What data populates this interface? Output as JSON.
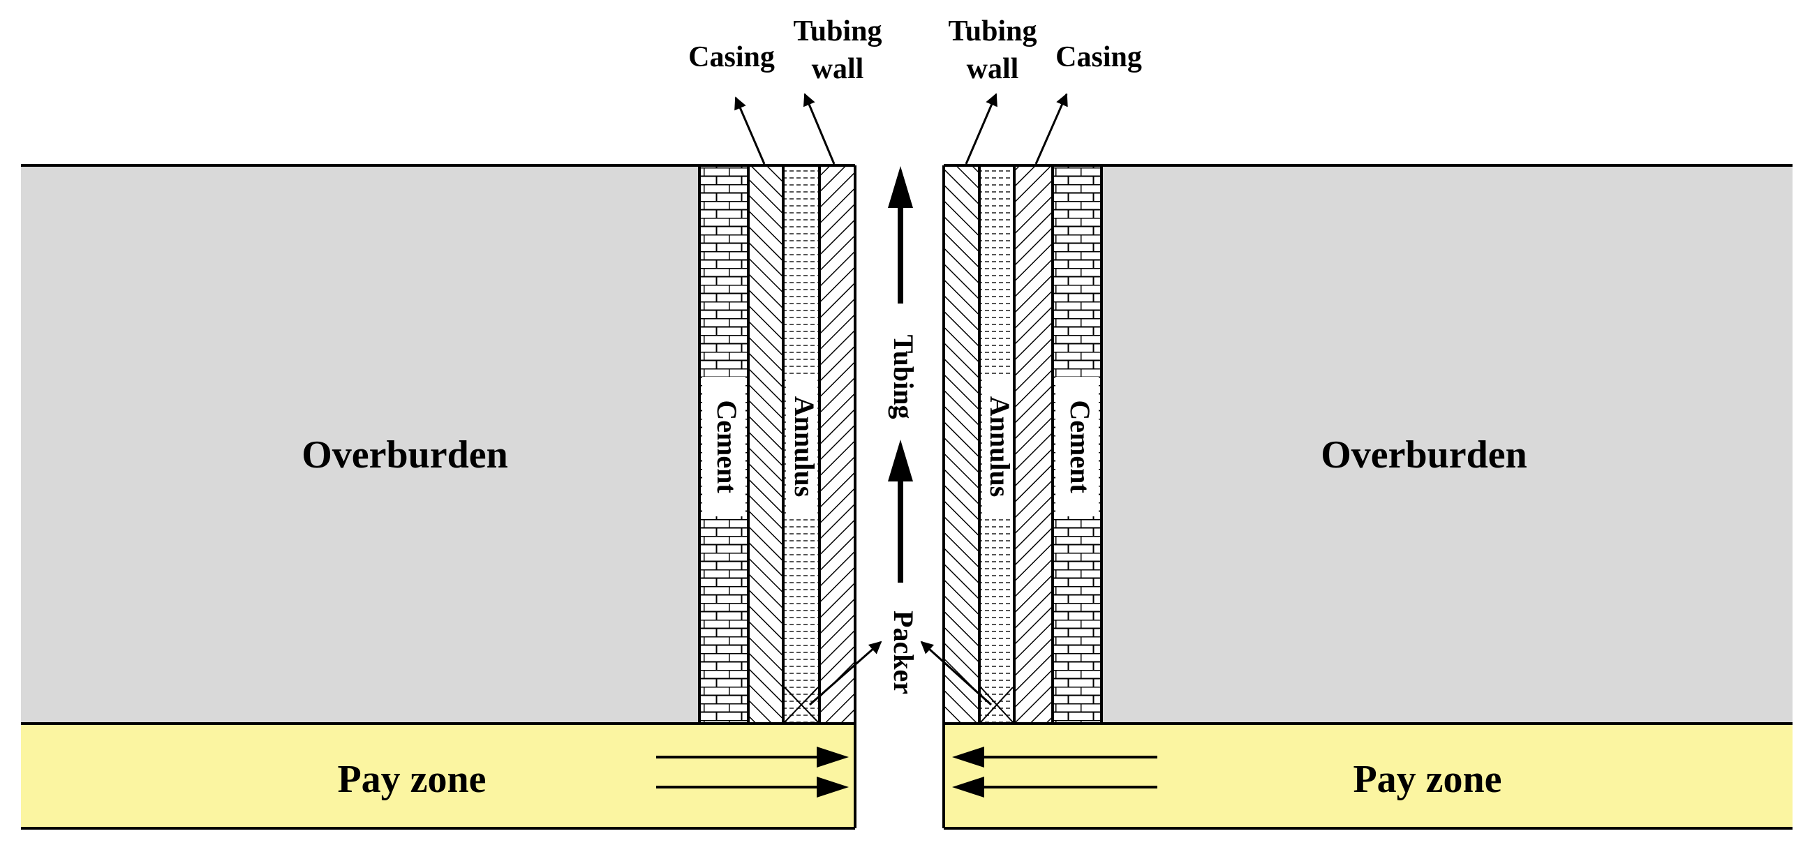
{
  "colors": {
    "overburden": "#d9d9d9",
    "pay_zone": "#fbf5a1",
    "line": "#000000",
    "label_bg": "#ffffff"
  },
  "left": {
    "overburden_label": "Overburden",
    "pay_zone_label": "Pay zone",
    "cement_label": "Cement",
    "annulus_label": "Annulus",
    "casing_label": "Casing",
    "tubing_wall_label_line1": "Tubing",
    "tubing_wall_label_line2": "wall"
  },
  "right": {
    "overburden_label": "Overburden",
    "pay_zone_label": "Pay zone",
    "cement_label": "Cement",
    "annulus_label": "Annulus",
    "casing_label": "Casing",
    "tubing_wall_label_line1": "Tubing",
    "tubing_wall_label_line2": "wall"
  },
  "center": {
    "tubing_label": "Tubing",
    "packer_label": "Packer"
  }
}
